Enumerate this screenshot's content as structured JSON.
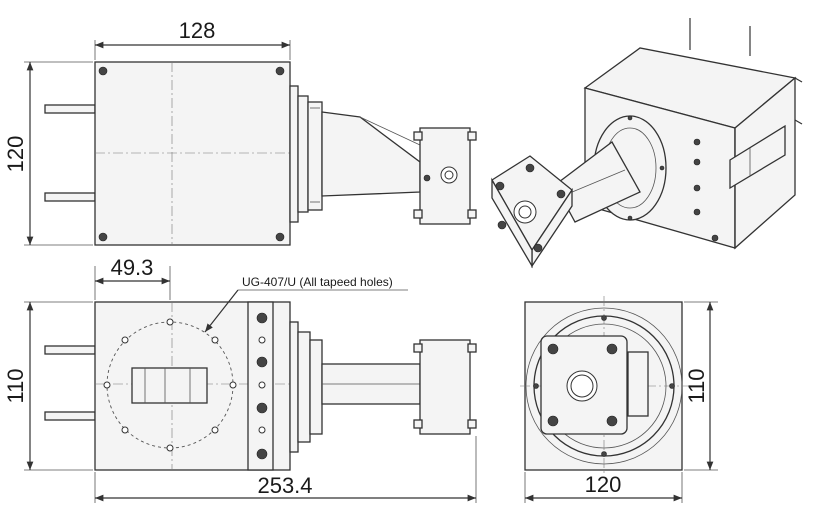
{
  "dimensions": {
    "top_width": "128",
    "top_height": "120",
    "offset": "49.3",
    "front_height": "110",
    "total_length": "253.4",
    "side_width": "120",
    "side_height": "110"
  },
  "callout": {
    "flange_note": "UG-407/U (All tapeed holes)"
  }
}
